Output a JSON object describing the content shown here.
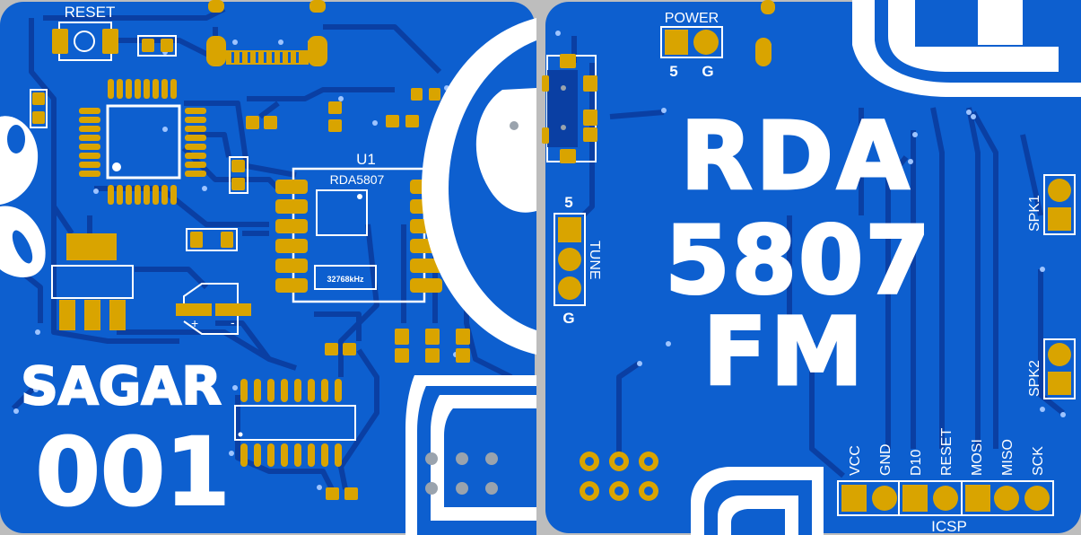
{
  "left_board": {
    "reset_label": "RESET",
    "ref_designator": "U1",
    "module_name": "RDA5807",
    "crystal_label": "32768kHz",
    "author_line1": "SAGAR",
    "author_line2": "001",
    "cap_plus": "+",
    "cap_minus": "-"
  },
  "right_board": {
    "power_label": "POWER",
    "power_pins": [
      "5",
      "G"
    ],
    "tune_label": "TUNE",
    "tune_top_pin": "5",
    "tune_bottom_pin": "G",
    "title_line1": "RDA",
    "title_line2": "5807",
    "title_line3": "FM",
    "spk1_label": "SPK1",
    "spk2_label": "SPK2",
    "icsp_pins": [
      "VCC",
      "GND",
      "D10",
      "RESET",
      "MOSI",
      "MISO",
      "SCK"
    ],
    "icsp_label": "ICSP"
  },
  "colors": {
    "board_fill": "#0d5fcf",
    "trace": "#0a3fa3",
    "pad": "#d9a400",
    "silkscreen": "#ffffff",
    "background": "#bdbdbd"
  }
}
